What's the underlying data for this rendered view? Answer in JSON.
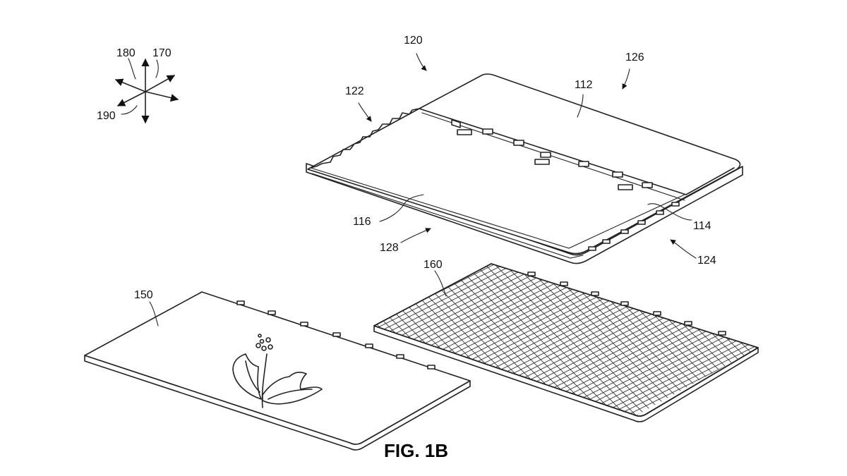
{
  "figure_title": "FIG. 1B",
  "reference_numerals": {
    "axis_170": "170",
    "axis_180": "180",
    "axis_190": "190",
    "device_120": "120",
    "side_122": "122",
    "side_124": "124",
    "side_126": "126",
    "side_128": "128",
    "part_112": "112",
    "part_114": "114",
    "part_116": "116",
    "cover_150": "150",
    "mesh_160": "160"
  },
  "colors": {
    "line": "#222222",
    "background": "#ffffff"
  }
}
